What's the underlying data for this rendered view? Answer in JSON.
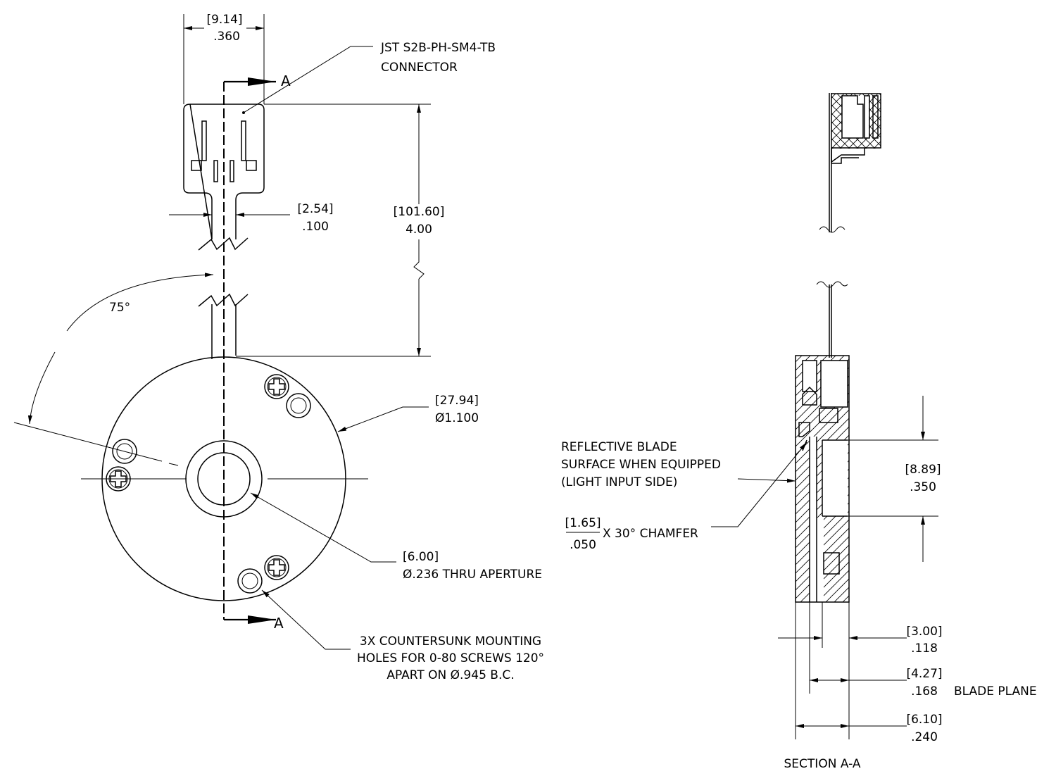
{
  "views": {
    "front": {
      "width_dim": {
        "metric": "[9.14]",
        "inch": ".360"
      },
      "connector_note": {
        "line1": "JST S2B-PH-SM4-TB",
        "line2": "CONNECTOR"
      },
      "cable_width_dim": {
        "metric": "[2.54]",
        "inch": ".100"
      },
      "cable_length_dim": {
        "metric": "[101.60]",
        "inch": "4.00"
      },
      "angle": "75°",
      "outer_diameter_dim": {
        "metric": "[27.94]",
        "inch": "Ø1.100"
      },
      "aperture_dim": {
        "metric": "[6.00]",
        "inch": "Ø.236 THRU APERTURE"
      },
      "mounting_note": {
        "line1": "3X COUNTERSUNK MOUNTING",
        "line2": "HOLES FOR 0-80 SCREWS 120°",
        "line3": "APART ON Ø.945 B.C."
      },
      "section_marker_top": "A",
      "section_marker_bottom": "A"
    },
    "section": {
      "blade_note": {
        "line1": "REFLECTIVE BLADE",
        "line2": "SURFACE WHEN EQUIPPED",
        "line3": "(LIGHT INPUT SIDE)"
      },
      "chamfer_dim": {
        "metric": "[1.65]",
        "inch": ".050",
        "suffix": "X 30° CHAMFER"
      },
      "aperture_height_dim": {
        "metric": "[8.89]",
        "inch": ".350"
      },
      "thickness_dim_1": {
        "metric": "[3.00]",
        "inch": ".118"
      },
      "thickness_dim_2": {
        "metric": "[4.27]",
        "inch": ".168",
        "note": "BLADE PLANE"
      },
      "thickness_dim_3": {
        "metric": "[6.10]",
        "inch": ".240"
      },
      "title": "SECTION A-A"
    }
  }
}
